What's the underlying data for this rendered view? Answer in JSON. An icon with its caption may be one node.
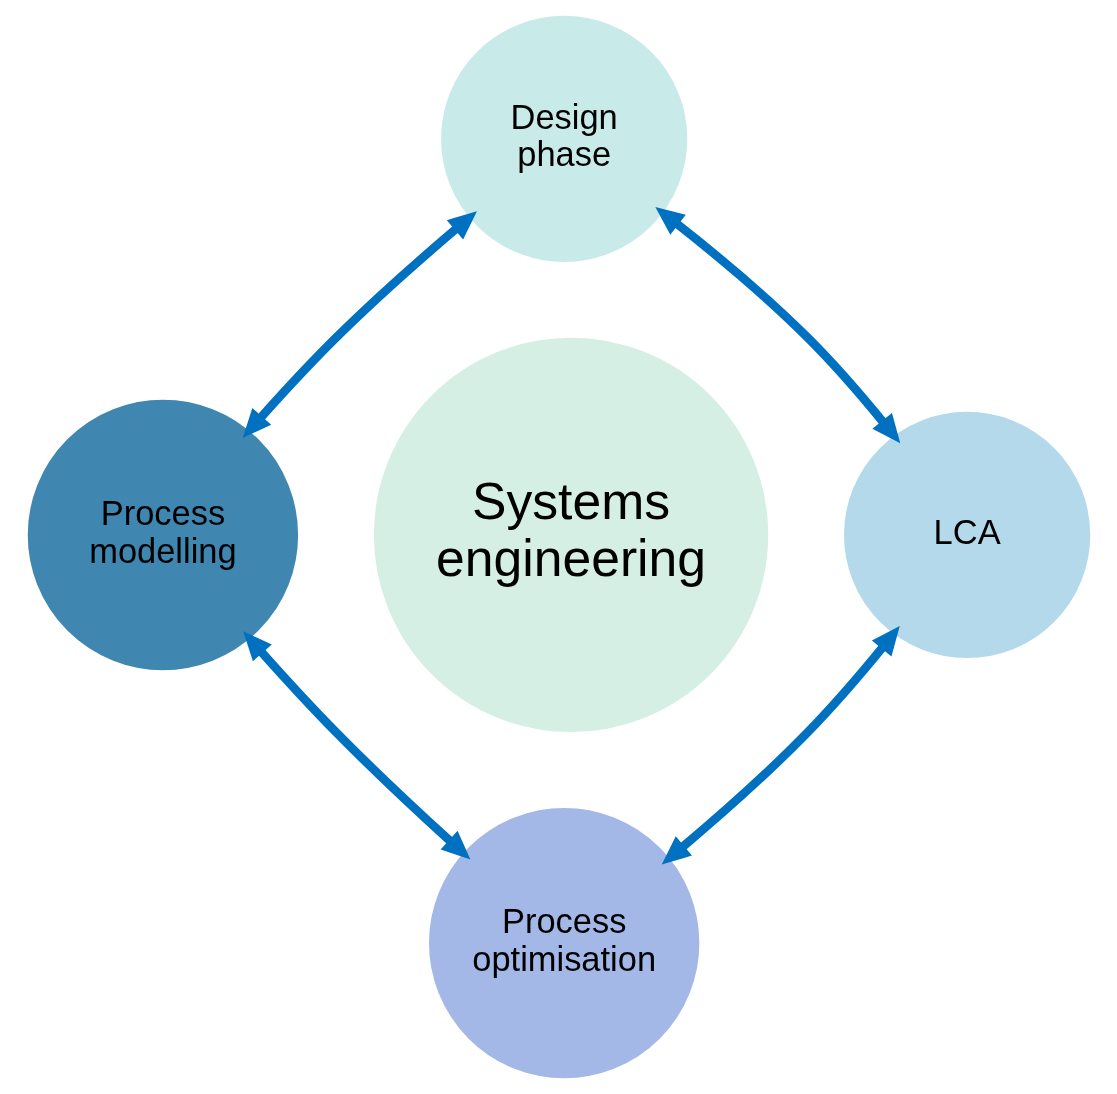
{
  "diagram": {
    "nodes": [
      {
        "text": [
          "Systems engineering"
        ]
      },
      {
        "text": [
          "Design phase"
        ]
      },
      {
        "text": [
          "Process modelling"
        ]
      },
      {
        "text": [
          "LCA"
        ]
      },
      {
        "text": [
          "Process optimisation"
        ]
      }
    ],
    "edges": [
      {
        "from": 2,
        "to": 1,
        "arrow": "both"
      },
      {
        "from": 1,
        "to": 3,
        "arrow": "both"
      },
      {
        "from": 2,
        "to": 4,
        "arrow": "both"
      },
      {
        "from": 4,
        "to": 3,
        "arrow": "both"
      }
    ]
  }
}
